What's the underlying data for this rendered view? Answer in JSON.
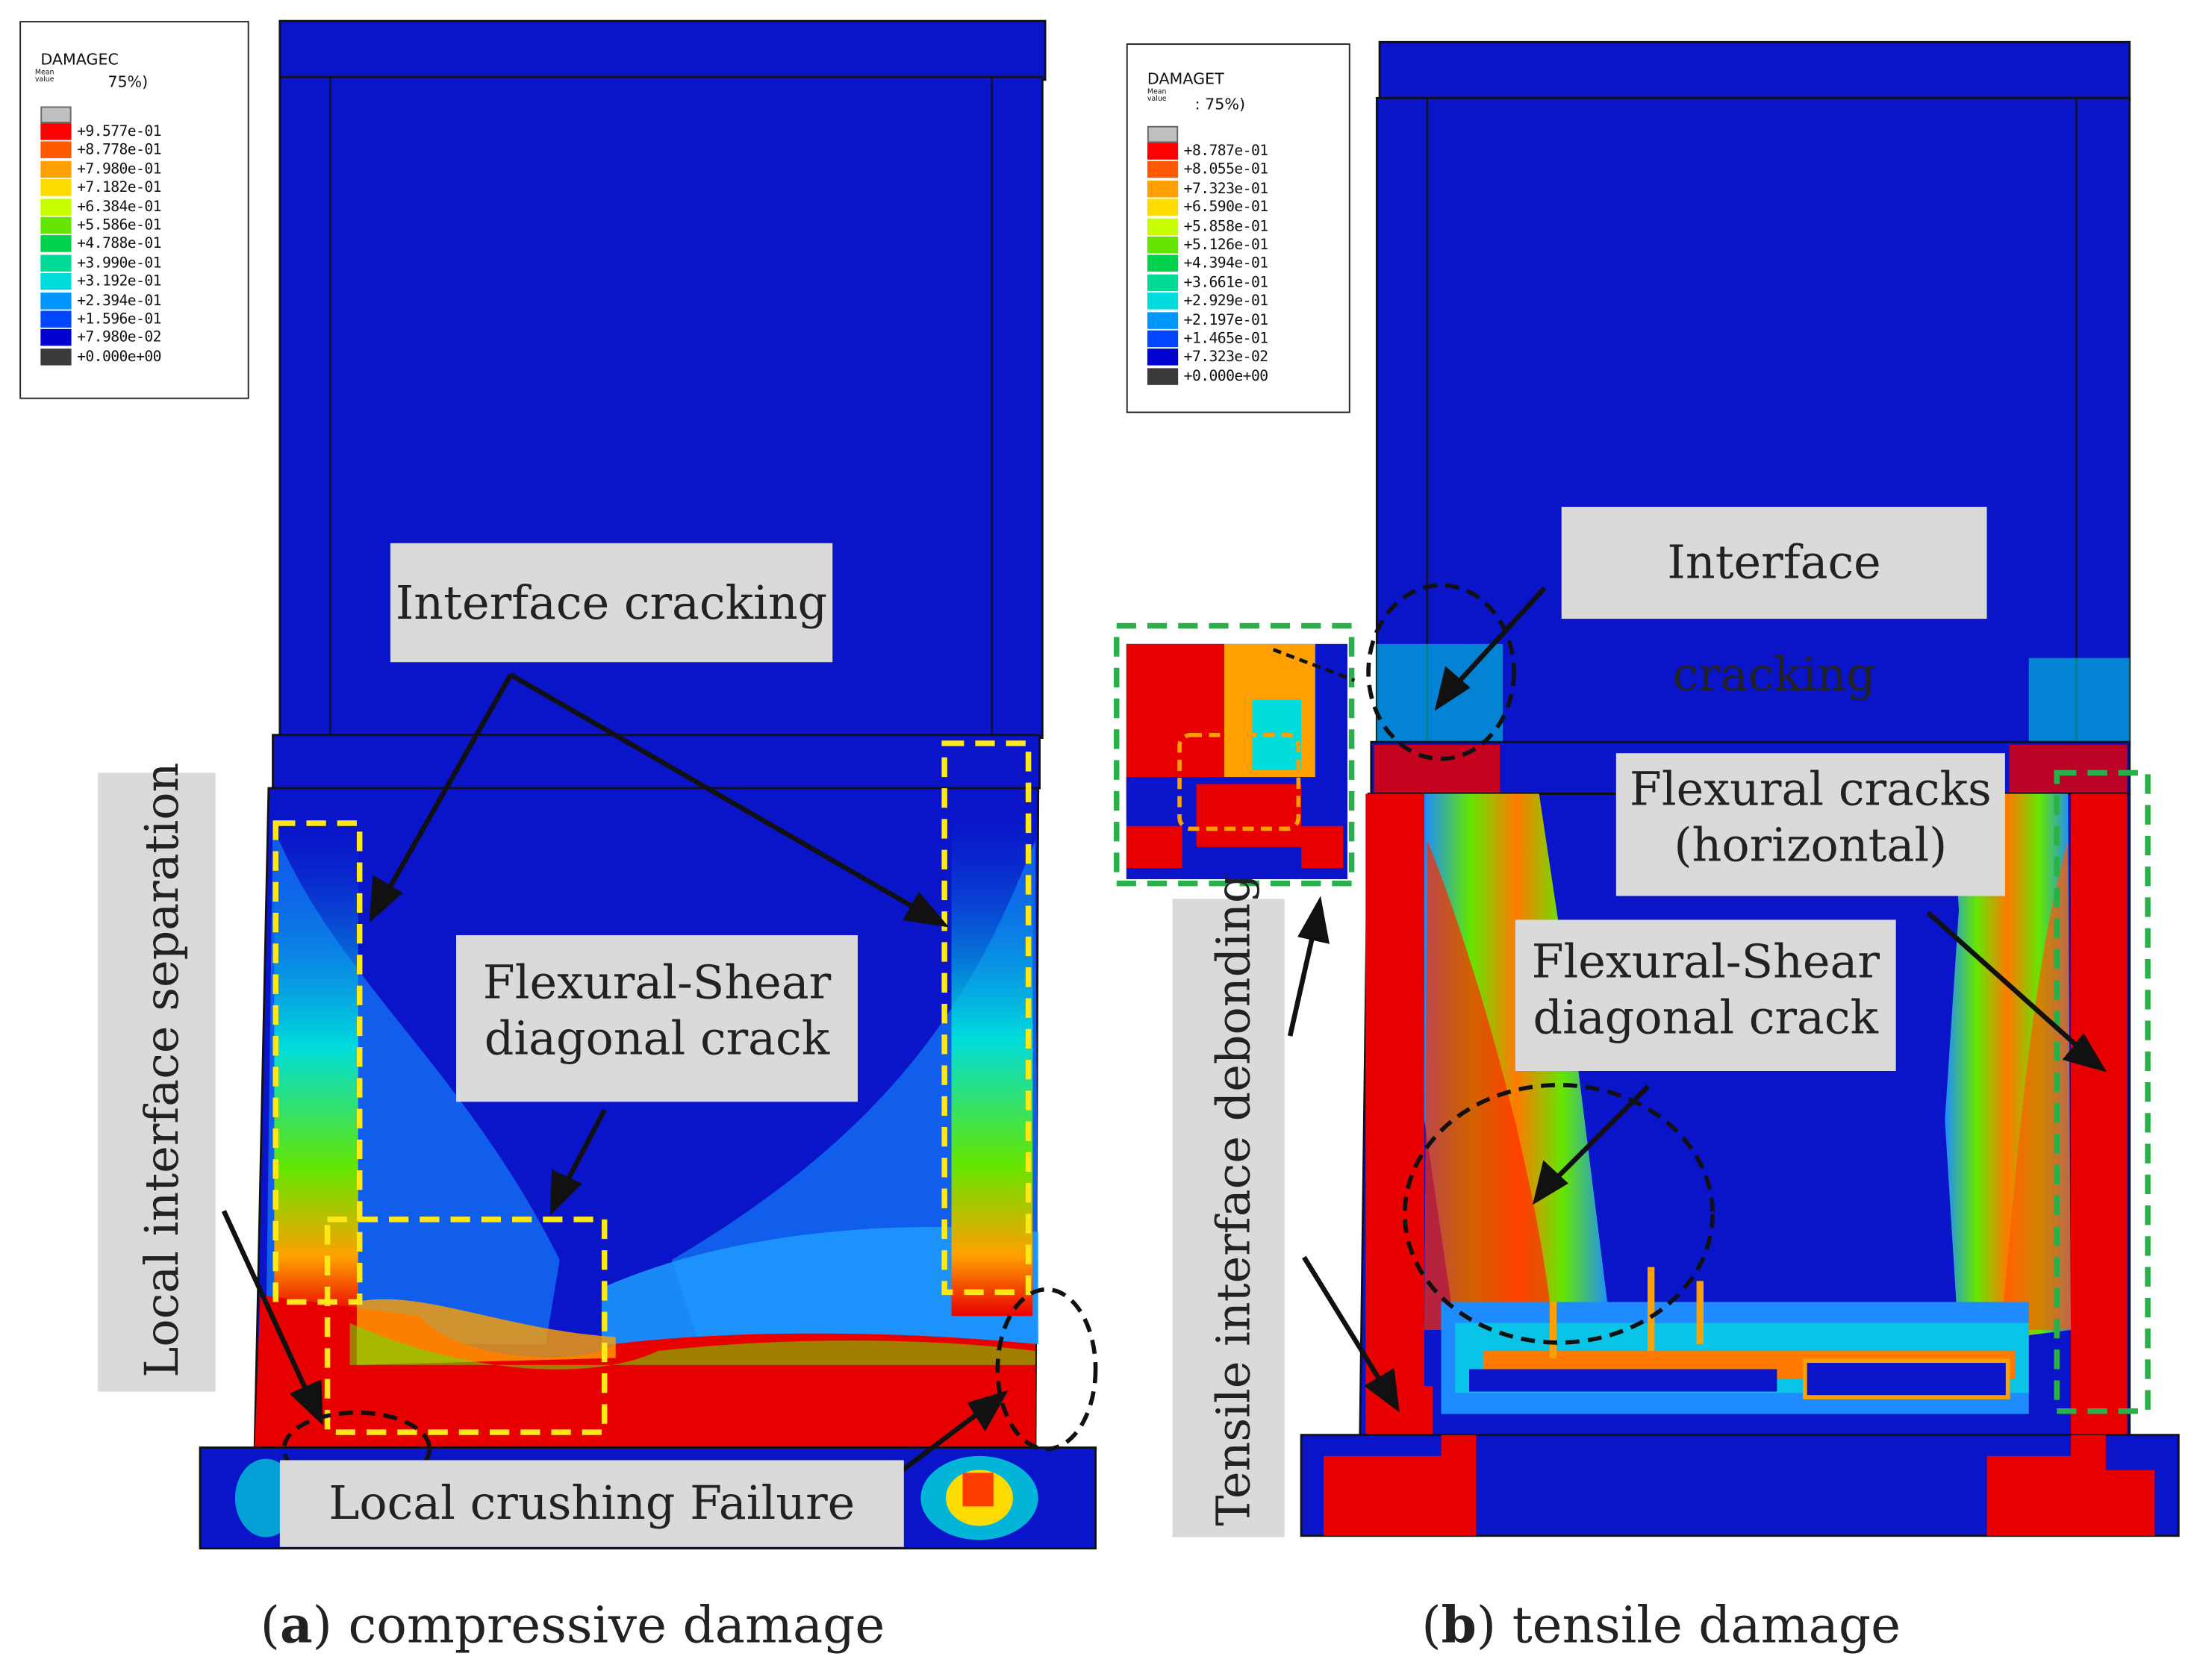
{
  "panel_a": {
    "caption_letter": "a",
    "caption_text": ") compressive damage",
    "legend": {
      "variable": "DAMAGEC",
      "mean_label_line1": "Mean",
      "mean_label_line2": "value",
      "percent": "75%)",
      "values": [
        "+9.577e-01",
        "+8.778e-01",
        "+7.980e-01",
        "+7.182e-01",
        "+6.384e-01",
        "+5.586e-01",
        "+4.788e-01",
        "+3.990e-01",
        "+3.192e-01",
        "+2.394e-01",
        "+1.596e-01",
        "+7.980e-02",
        "+0.000e+00"
      ]
    },
    "annotations": {
      "interface_cracking": "Interface cracking",
      "flexural_shear_line1": "Flexural-Shear",
      "flexural_shear_line2": "diagonal crack",
      "local_crushing": "Local crushing Failure",
      "local_interface_separation": "Local interface separation"
    }
  },
  "panel_b": {
    "caption_letter": "b",
    "caption_text": ") tensile damage",
    "legend": {
      "variable": "DAMAGET",
      "mean_label_line1": "Mean",
      "mean_label_line2": "value",
      "percent": ": 75%)",
      "values": [
        "+8.787e-01",
        "+8.055e-01",
        "+7.323e-01",
        "+6.590e-01",
        "+5.858e-01",
        "+5.126e-01",
        "+4.394e-01",
        "+3.661e-01",
        "+2.929e-01",
        "+2.197e-01",
        "+1.465e-01",
        "+7.323e-02",
        "+0.000e+00"
      ]
    },
    "annotations": {
      "interface_cracking": "Interface cracking",
      "flexural_cracks_line1": "Flexural cracks",
      "flexural_cracks_line2": "(horizontal)",
      "flexural_shear_line1": "Flexural-Shear",
      "flexural_shear_line2": "diagonal crack",
      "tensile_interface_debonding": "Tensile interface debonding"
    }
  },
  "colors": {
    "legend_scale": [
      "#c0c0c0",
      "#ff0000",
      "#ff5a00",
      "#ffa000",
      "#ffdc00",
      "#c8ff00",
      "#64e600",
      "#00d24b",
      "#00dc96",
      "#00dcdc",
      "#0096ff",
      "#0046ff",
      "#0000d0",
      "#3a3a3a"
    ],
    "model_blue": "#0a14c8",
    "damage_red": "#e80000",
    "highlight_yellow": "#ffe81a",
    "highlight_green": "#2ab04a"
  }
}
